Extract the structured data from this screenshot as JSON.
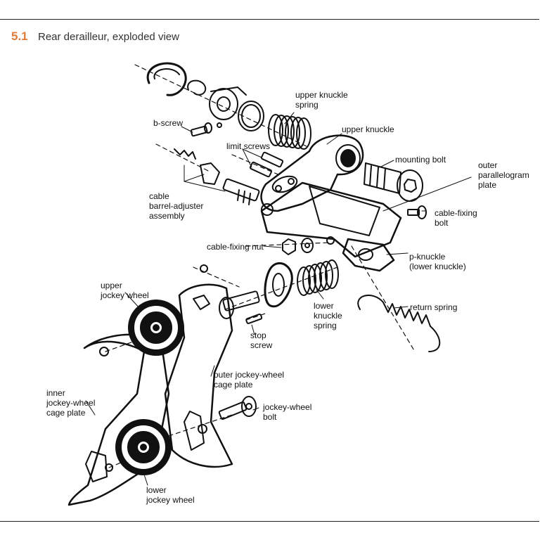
{
  "figure": {
    "number": "5.1",
    "title": "Rear derailleur, exploded view"
  },
  "colors": {
    "accent": "#e07b39",
    "ink": "#111111"
  },
  "labels": {
    "upper_knuckle_spring": "upper knuckle\nspring",
    "b_screw": "b-screw",
    "upper_knuckle": "upper knuckle",
    "limit_screws": "limit screws",
    "mounting_bolt": "mounting bolt",
    "outer_parallelogram_plate": "outer\nparallelogram\nplate",
    "cable_barrel_adjuster": "cable\nbarrel-adjuster\nassembly",
    "cable_fixing_bolt": "cable-fixing\nbolt",
    "cable_fixing_nut": "cable-fixing nut",
    "p_knuckle": "p-knuckle\n(lower knuckle)",
    "upper_jockey_wheel": "upper\njockey wheel",
    "lower_knuckle_spring": "lower\nknuckle\nspring",
    "return_spring": "return spring",
    "stop_screw": "stop\nscrew",
    "outer_cage_plate": "outer jockey-wheel\ncage plate",
    "inner_cage_plate": "inner\njockey-wheel\ncage plate",
    "jockey_wheel_bolt": "jockey-wheel\nbolt",
    "lower_jockey_wheel": "lower\njockey wheel"
  }
}
